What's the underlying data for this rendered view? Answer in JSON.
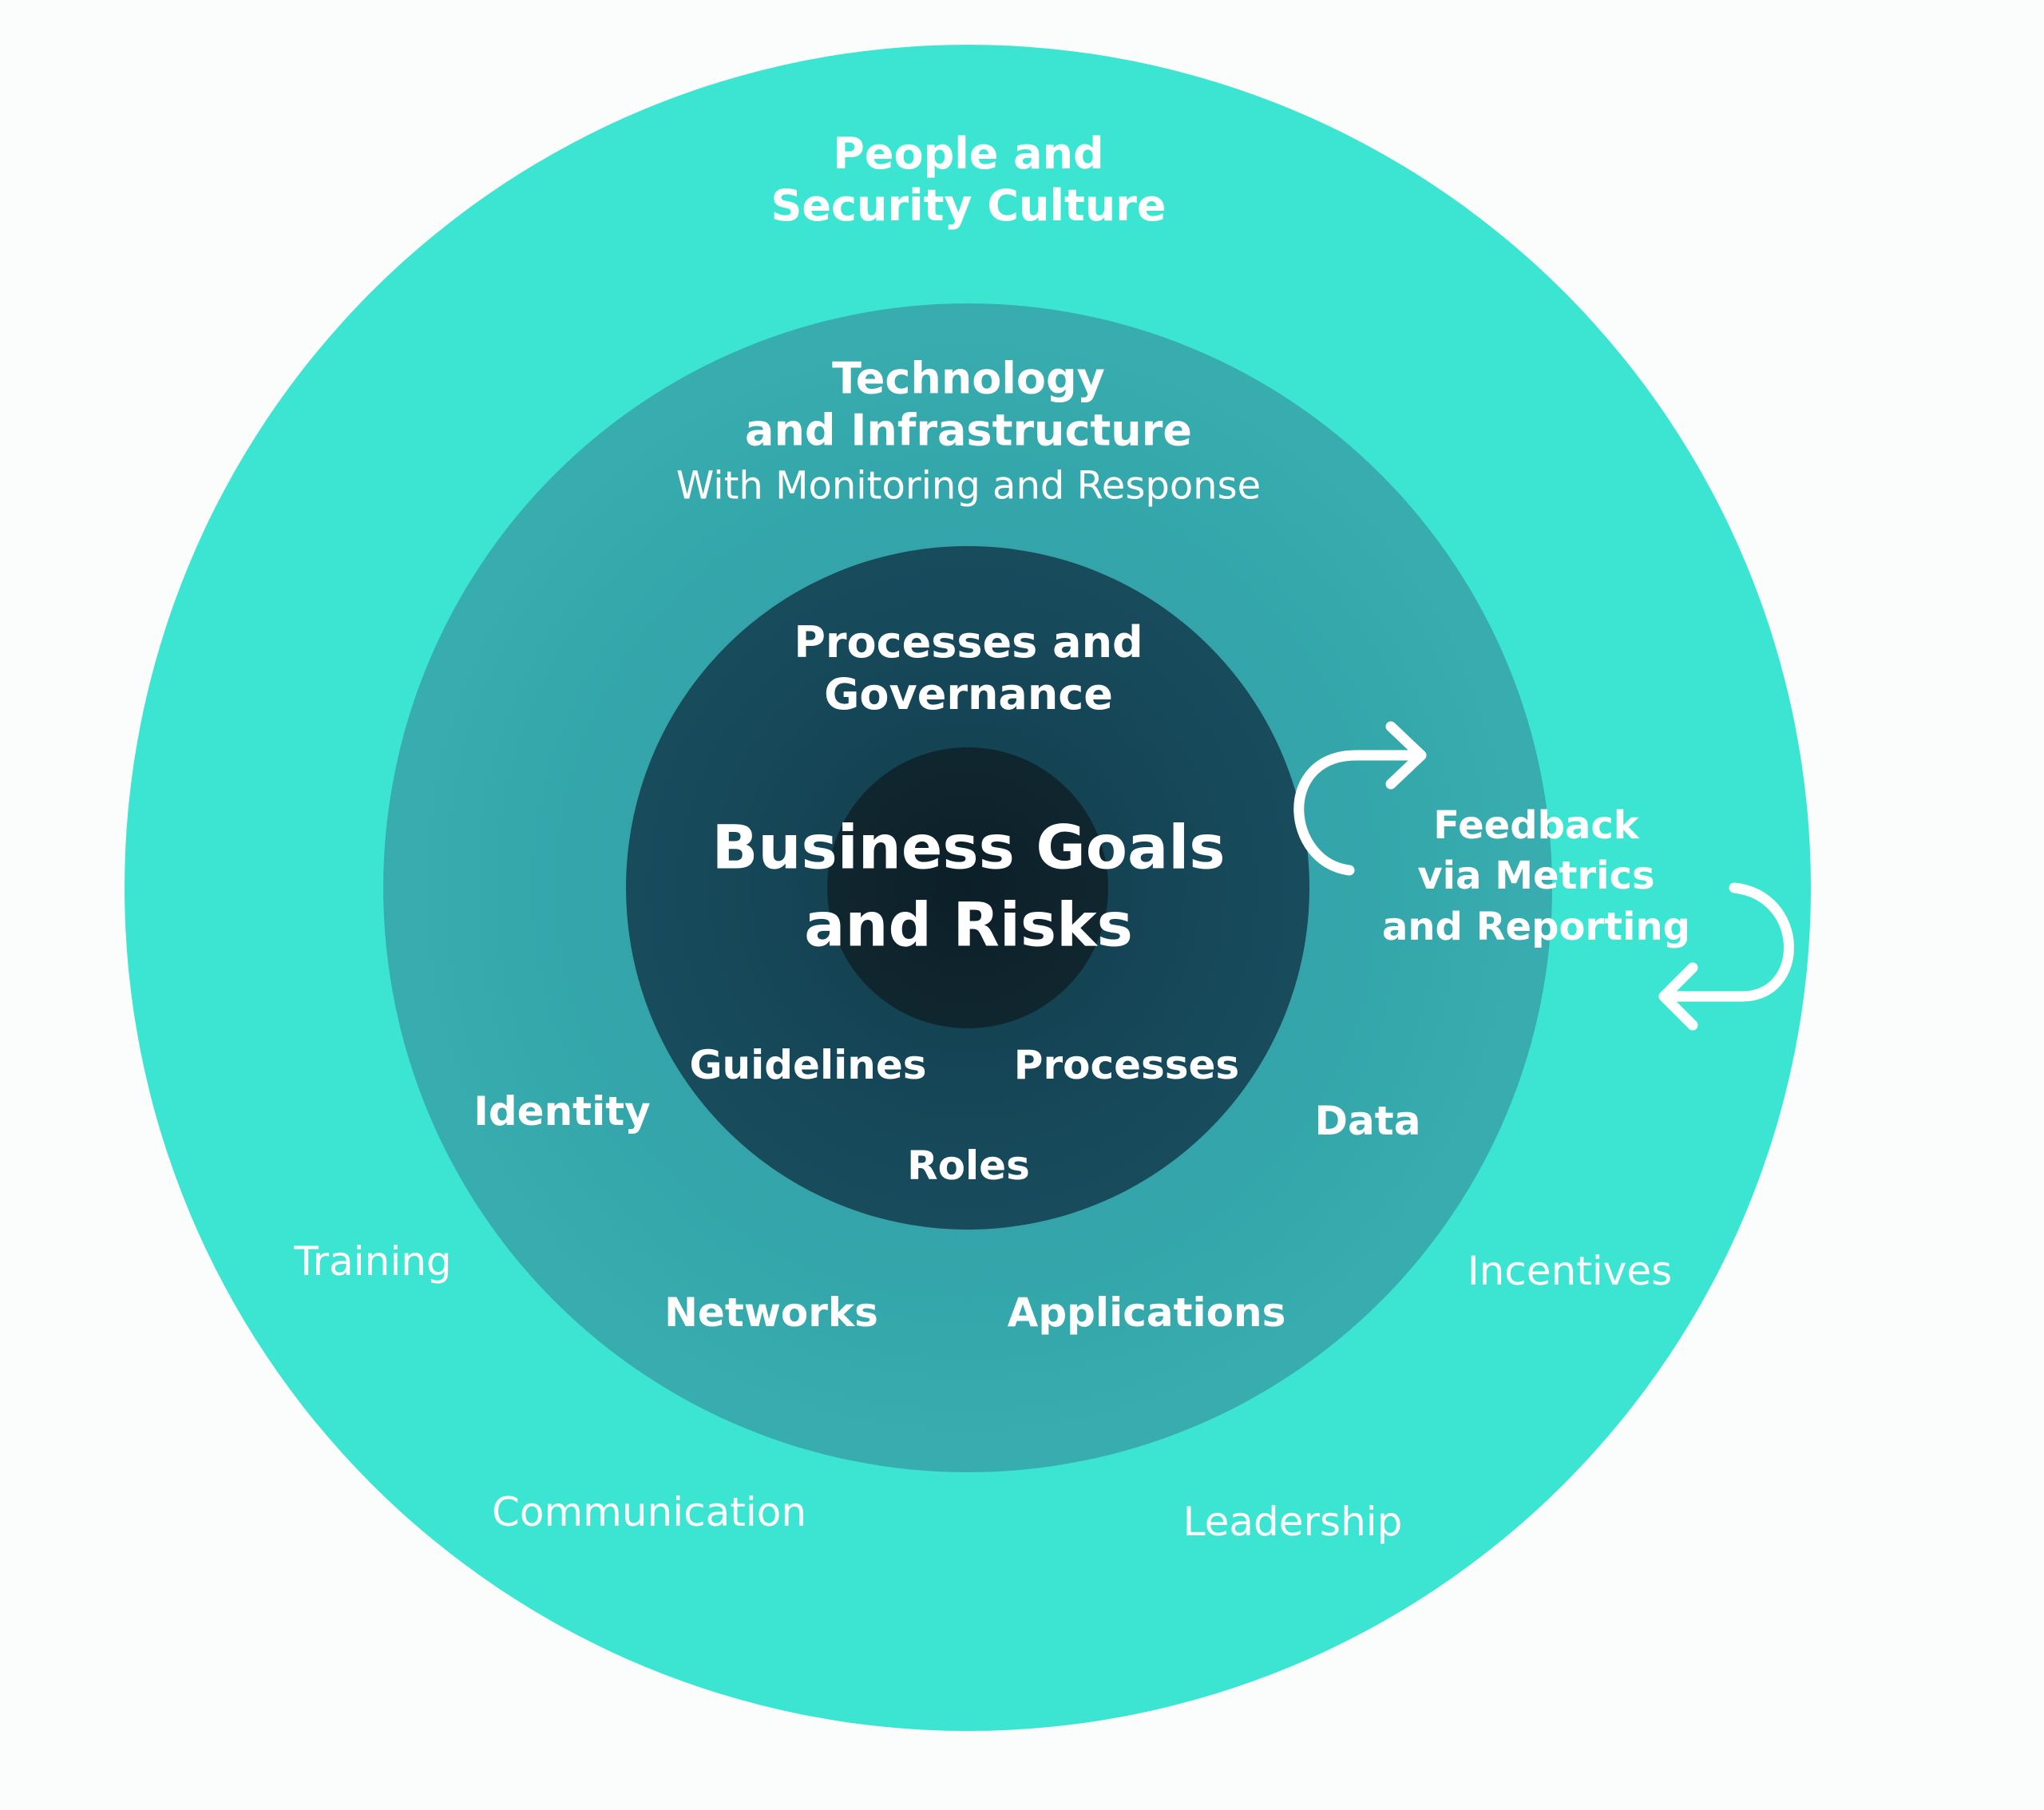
{
  "diagram": {
    "colors": {
      "background": "#fbfcfc",
      "people_ring": "#3ce5d2",
      "technology_ring": "#35a8ac",
      "process_ring": "#16495a",
      "core": "#10262f",
      "text": "#ffffff"
    },
    "people": {
      "title_line1": "People and",
      "title_line2": "Security Culture",
      "items": [
        "Training",
        "Communication",
        "Leadership",
        "Incentives"
      ]
    },
    "technology": {
      "title_line1": "Technology",
      "title_line2": "and Infrastructure",
      "subtitle": "With Monitoring and Response",
      "items": [
        "Identity",
        "Networks",
        "Applications",
        "Data"
      ]
    },
    "processes": {
      "title_line1": "Processes and",
      "title_line2": "Governance",
      "items": [
        "Guidelines",
        "Processes",
        "Roles"
      ]
    },
    "core": {
      "title_line1": "Business Goals",
      "title_line2": "and Risks"
    },
    "feedback": {
      "line1": "Feedback",
      "line2": "via Metrics",
      "line3": "and Reporting",
      "icons": [
        "clockwise-arrow-icon",
        "return-arrow-icon"
      ]
    }
  }
}
